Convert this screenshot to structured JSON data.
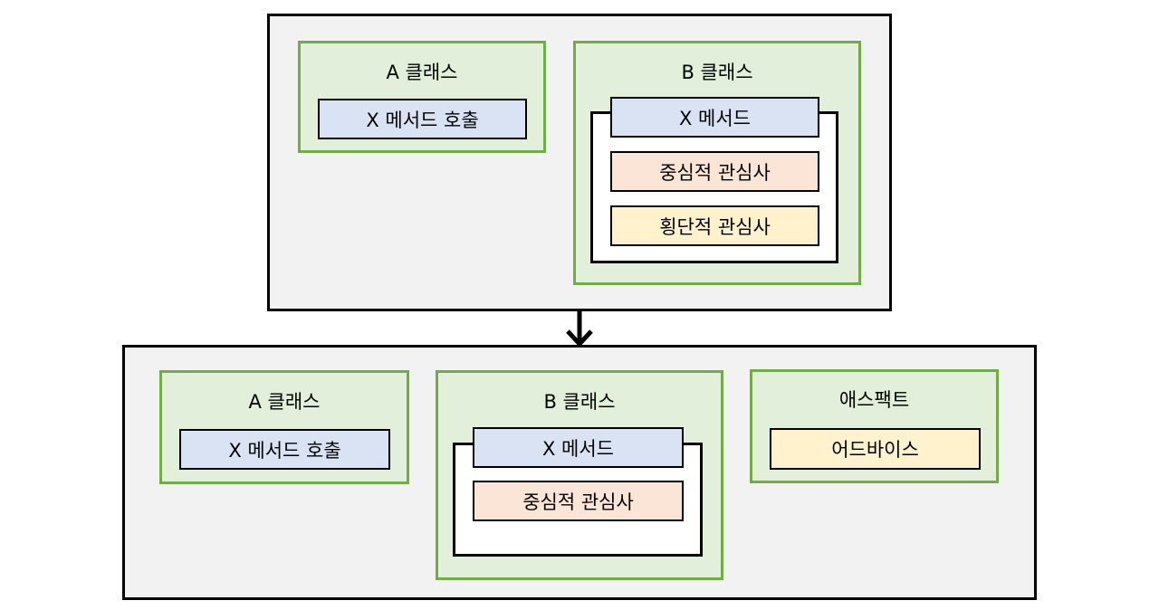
{
  "top": {
    "class_a": {
      "title": "A 클래스",
      "call": "X 메서드 호출"
    },
    "class_b": {
      "title": "B 클래스",
      "method": "X 메서드",
      "core": "중심적 관심사",
      "cross": "횡단적 관심사"
    }
  },
  "bottom": {
    "class_a": {
      "title": "A 클래스",
      "call": "X 메서드 호출"
    },
    "class_b": {
      "title": "B 클래스",
      "method": "X 메서드",
      "core": "중심적 관심사"
    },
    "aspect": {
      "title": "애스팩트",
      "advice": "어드바이스"
    }
  },
  "colors": {
    "panel_bg": "#f2f2f2",
    "class_bg": "#e2efda",
    "class_border": "#70ad47",
    "method_bg": "#dae3f3",
    "core_bg": "#fbe5d6",
    "cross_bg": "#fff2cc"
  }
}
